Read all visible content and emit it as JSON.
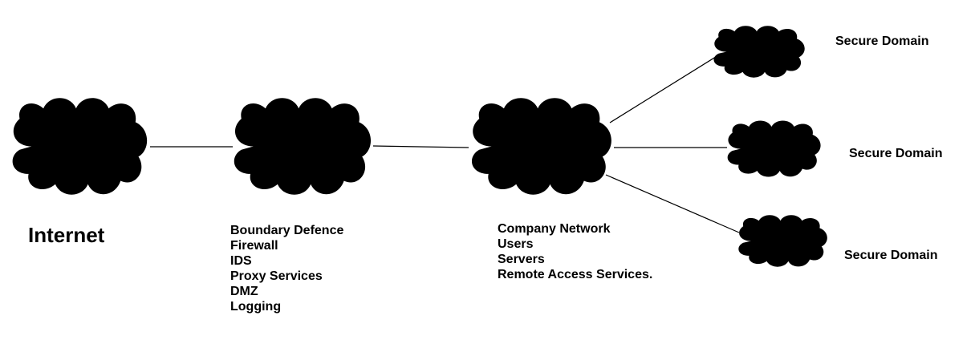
{
  "nodes": {
    "internet": {
      "label": "Internet"
    },
    "boundary": {
      "lines": [
        "Boundary Defence",
        "Firewall",
        "IDS",
        "Proxy Services",
        "DMZ",
        "Logging"
      ]
    },
    "company": {
      "lines": [
        "Company Network",
        "Users",
        "Servers",
        "Remote Access Services."
      ]
    },
    "secure_top": {
      "label": "Secure Domain"
    },
    "secure_mid": {
      "label": "Secure Domain"
    },
    "secure_bot": {
      "label": "Secure Domain"
    }
  },
  "colors": {
    "stroke": "#000000",
    "background": "#ffffff"
  }
}
